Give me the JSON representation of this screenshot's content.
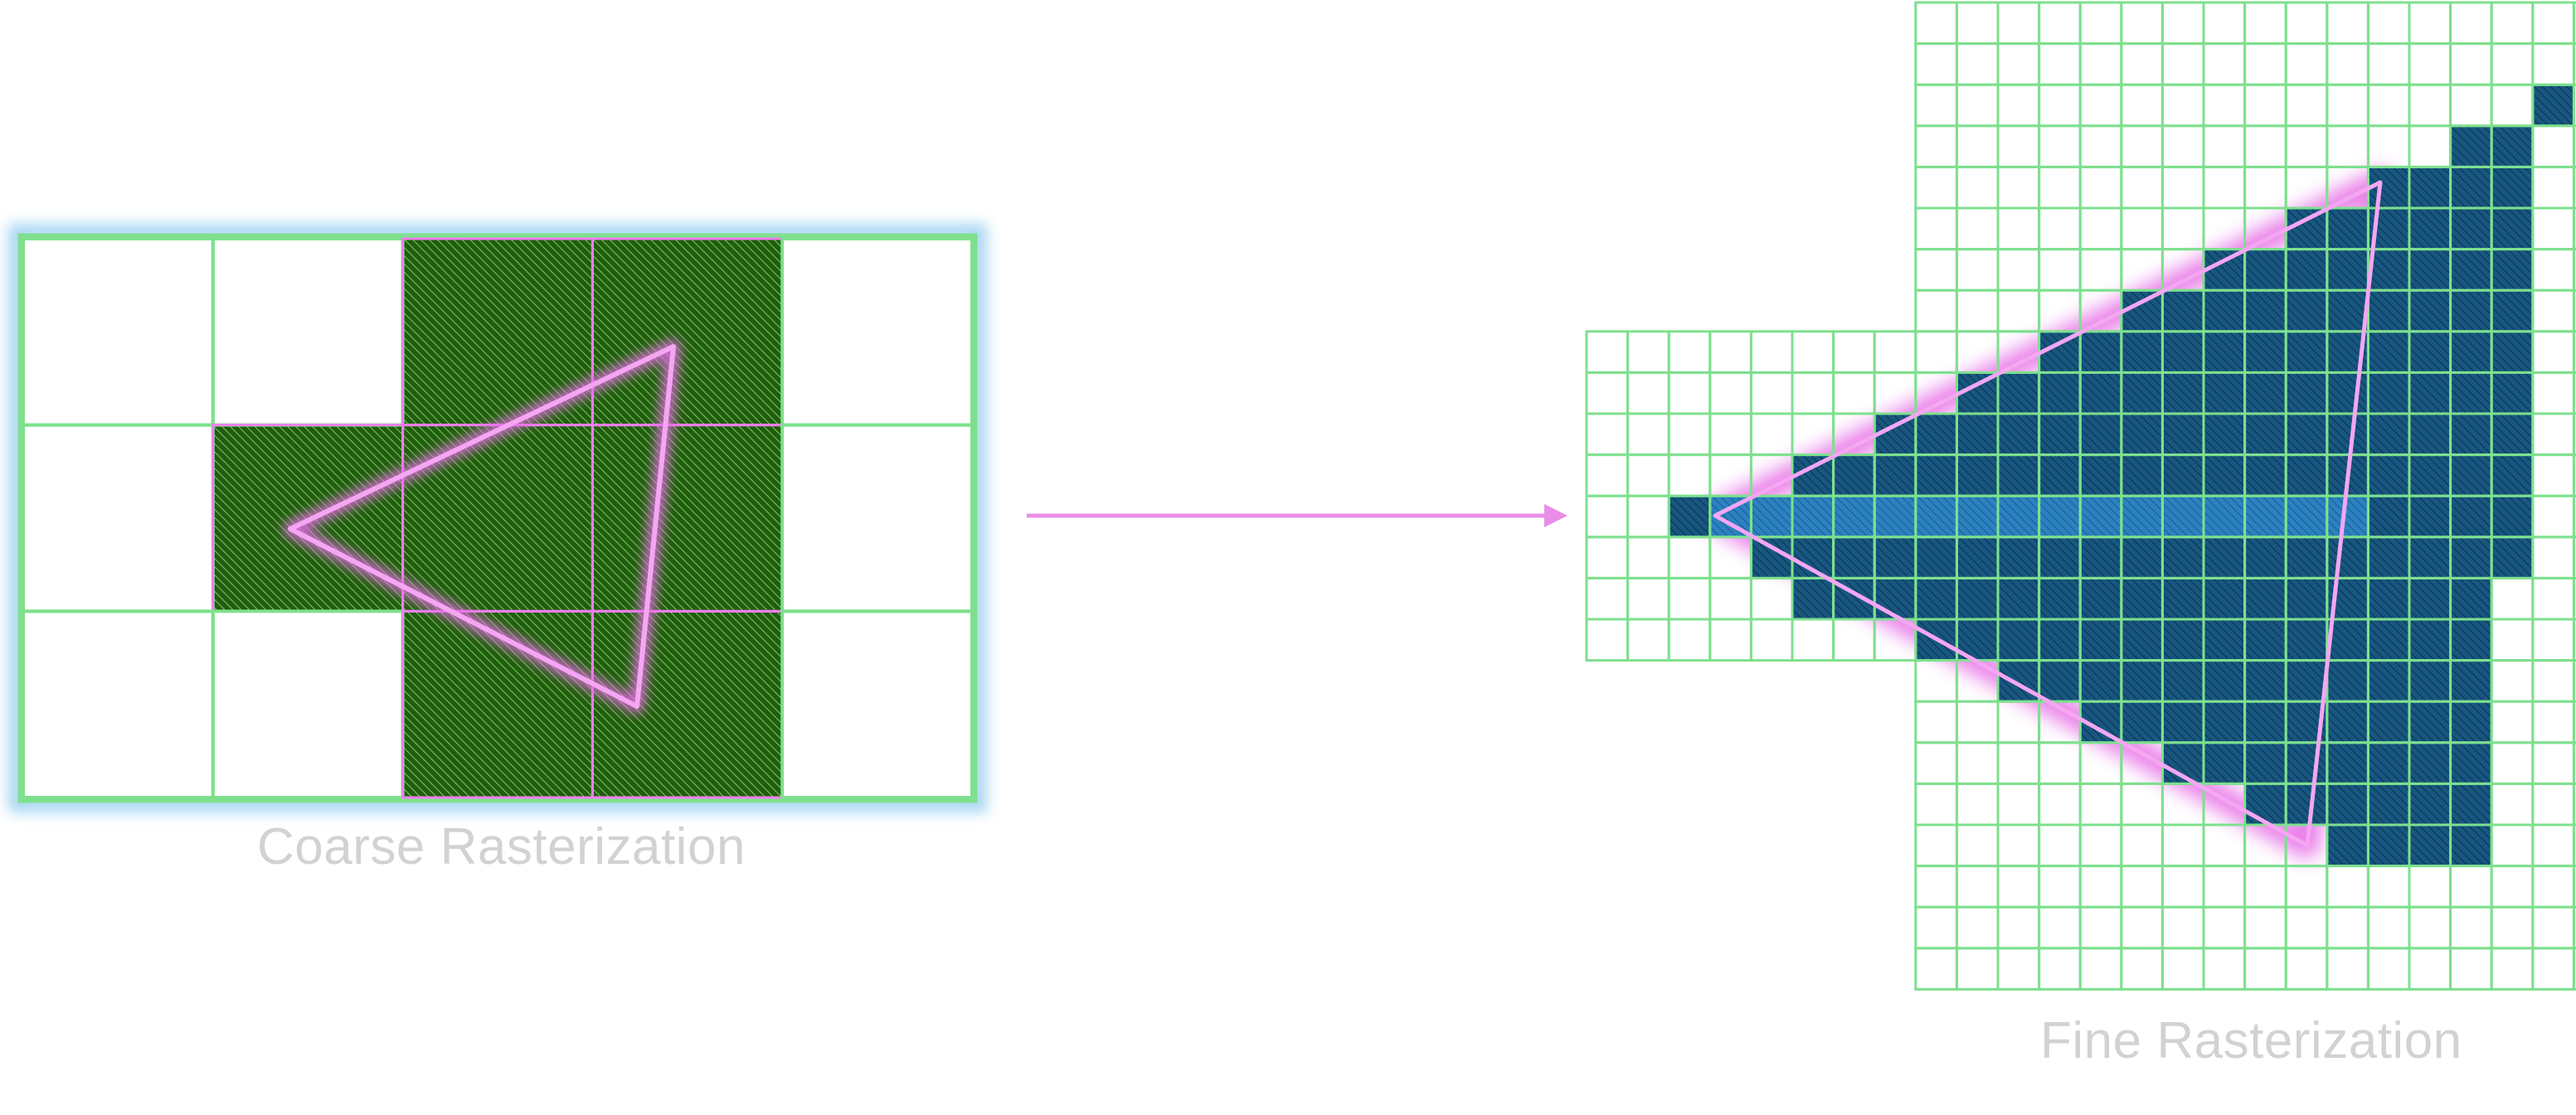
{
  "coarse": {
    "caption": "Coarse Rasterization",
    "tile_cols": 5,
    "tile_rows": 3,
    "covered_tiles": [
      [
        0,
        2
      ],
      [
        0,
        3
      ],
      [
        1,
        1
      ],
      [
        1,
        2
      ],
      [
        1,
        3
      ],
      [
        2,
        2
      ],
      [
        2,
        3
      ]
    ]
  },
  "fine": {
    "caption": "Fine Rasterization"
  },
  "colors": {
    "grid": "#7ee08e",
    "coarse_fill": "#1f5e0c",
    "fine_fill": "#17577f",
    "fine_center": "#2b82c0",
    "triangle": "#f07ef0",
    "triangle_glow": "#e66be6",
    "tile_glow": "#a7d6f2",
    "arrow": "#e98de8"
  }
}
